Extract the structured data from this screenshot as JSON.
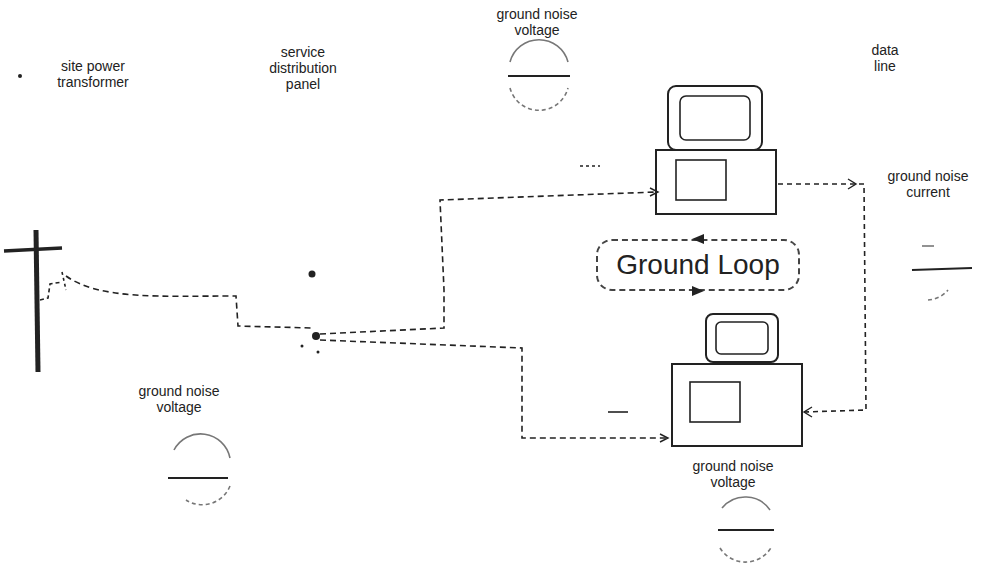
{
  "diagram": {
    "nodes": [
      {
        "text": [
          "Ground Loop"
        ]
      }
    ],
    "labels": [
      "site power transformer",
      "service distribution panel",
      "ground noise voltage",
      "data line",
      "ground noise current",
      "ground noise voltage",
      "ground noise voltage"
    ]
  }
}
